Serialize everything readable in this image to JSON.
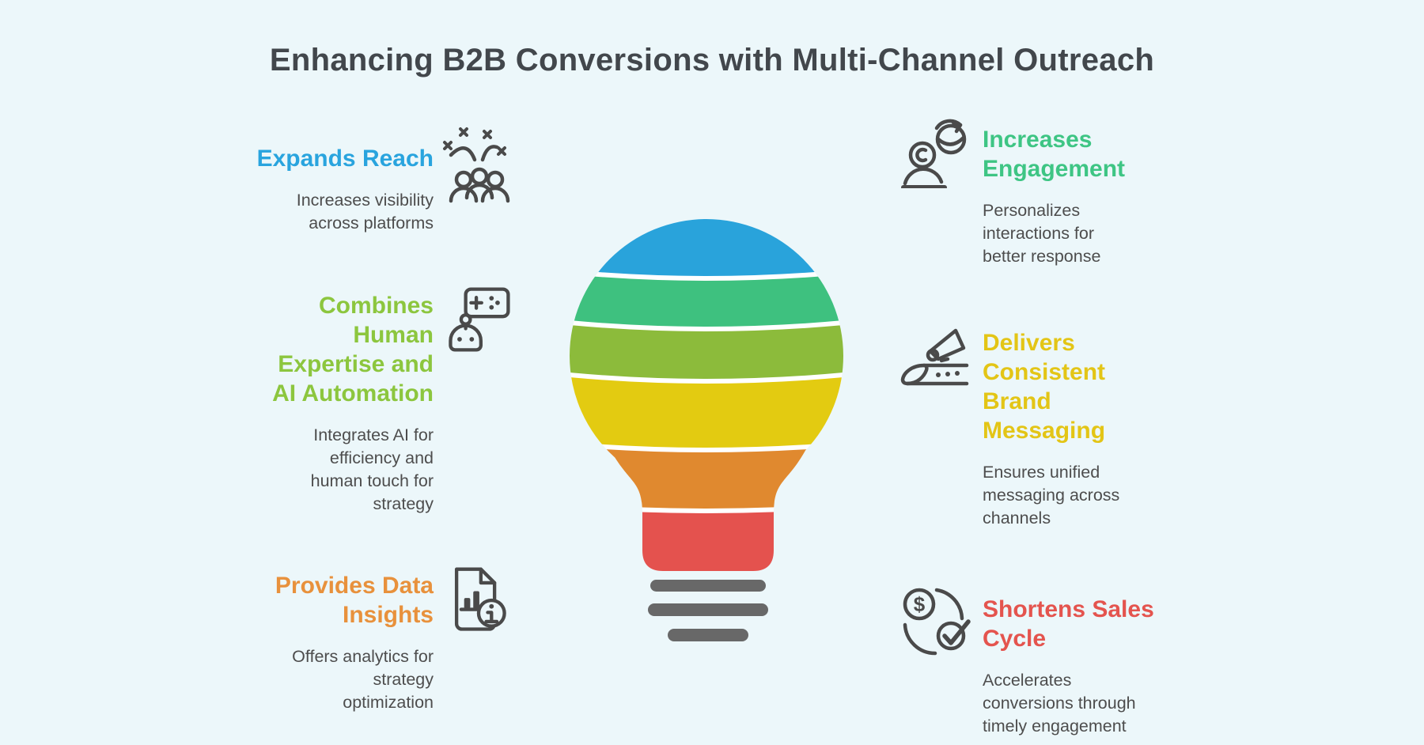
{
  "title": "Enhancing B2B Conversions with Multi-Channel Outreach",
  "colors": {
    "background": "#ecf7fa",
    "title_text": "#42474c",
    "body_text": "#4d4d4d",
    "icon_stroke": "#4a4a4a"
  },
  "sections": {
    "left": [
      {
        "id": "expands-reach",
        "heading_lines": [
          "Expands Reach"
        ],
        "heading_color": "#29a4de",
        "description_lines": [
          "Increases visibility",
          "across platforms"
        ],
        "icon": "people-confetti-icon"
      },
      {
        "id": "combines-human-ai",
        "heading_lines": [
          "Combines",
          "Human",
          "Expertise and",
          "AI Automation"
        ],
        "heading_color": "#8cc63e",
        "description_lines": [
          "Integrates AI for",
          "efficiency and",
          "human touch for",
          "strategy"
        ],
        "icon": "robot-controller-icon"
      },
      {
        "id": "provides-data-insights",
        "heading_lines": [
          "Provides Data",
          "Insights"
        ],
        "heading_color": "#e8913c",
        "description_lines": [
          "Offers analytics for",
          "strategy",
          "optimization"
        ],
        "icon": "document-analytics-icon"
      }
    ],
    "right": [
      {
        "id": "increases-engagement",
        "heading_lines": [
          "Increases",
          "Engagement"
        ],
        "heading_color": "#3ec584",
        "description_lines": [
          "Personalizes",
          "interactions for",
          "better response"
        ],
        "icon": "person-refresh-icon"
      },
      {
        "id": "delivers-brand-messaging",
        "heading_lines": [
          "Delivers",
          "Consistent",
          "Brand",
          "Messaging"
        ],
        "heading_color": "#e3c516",
        "description_lines": [
          "Ensures unified",
          "messaging across",
          "channels"
        ],
        "icon": "megaphone-train-icon"
      },
      {
        "id": "shortens-sales-cycle",
        "heading_lines": [
          "Shortens Sales",
          "Cycle"
        ],
        "heading_color": "#e4544e",
        "description_lines": [
          "Accelerates",
          "conversions through",
          "timely engagement"
        ],
        "icon": "dollar-cycle-icon"
      }
    ]
  },
  "lightbulb": {
    "band_colors": [
      "#29a3db",
      "#3ec17f",
      "#8cbb3b",
      "#e3cb11",
      "#e0892f",
      "#e4524e"
    ],
    "separator_color": "#ffffff",
    "base_color": "#686868",
    "dollar_glyph": "$"
  }
}
